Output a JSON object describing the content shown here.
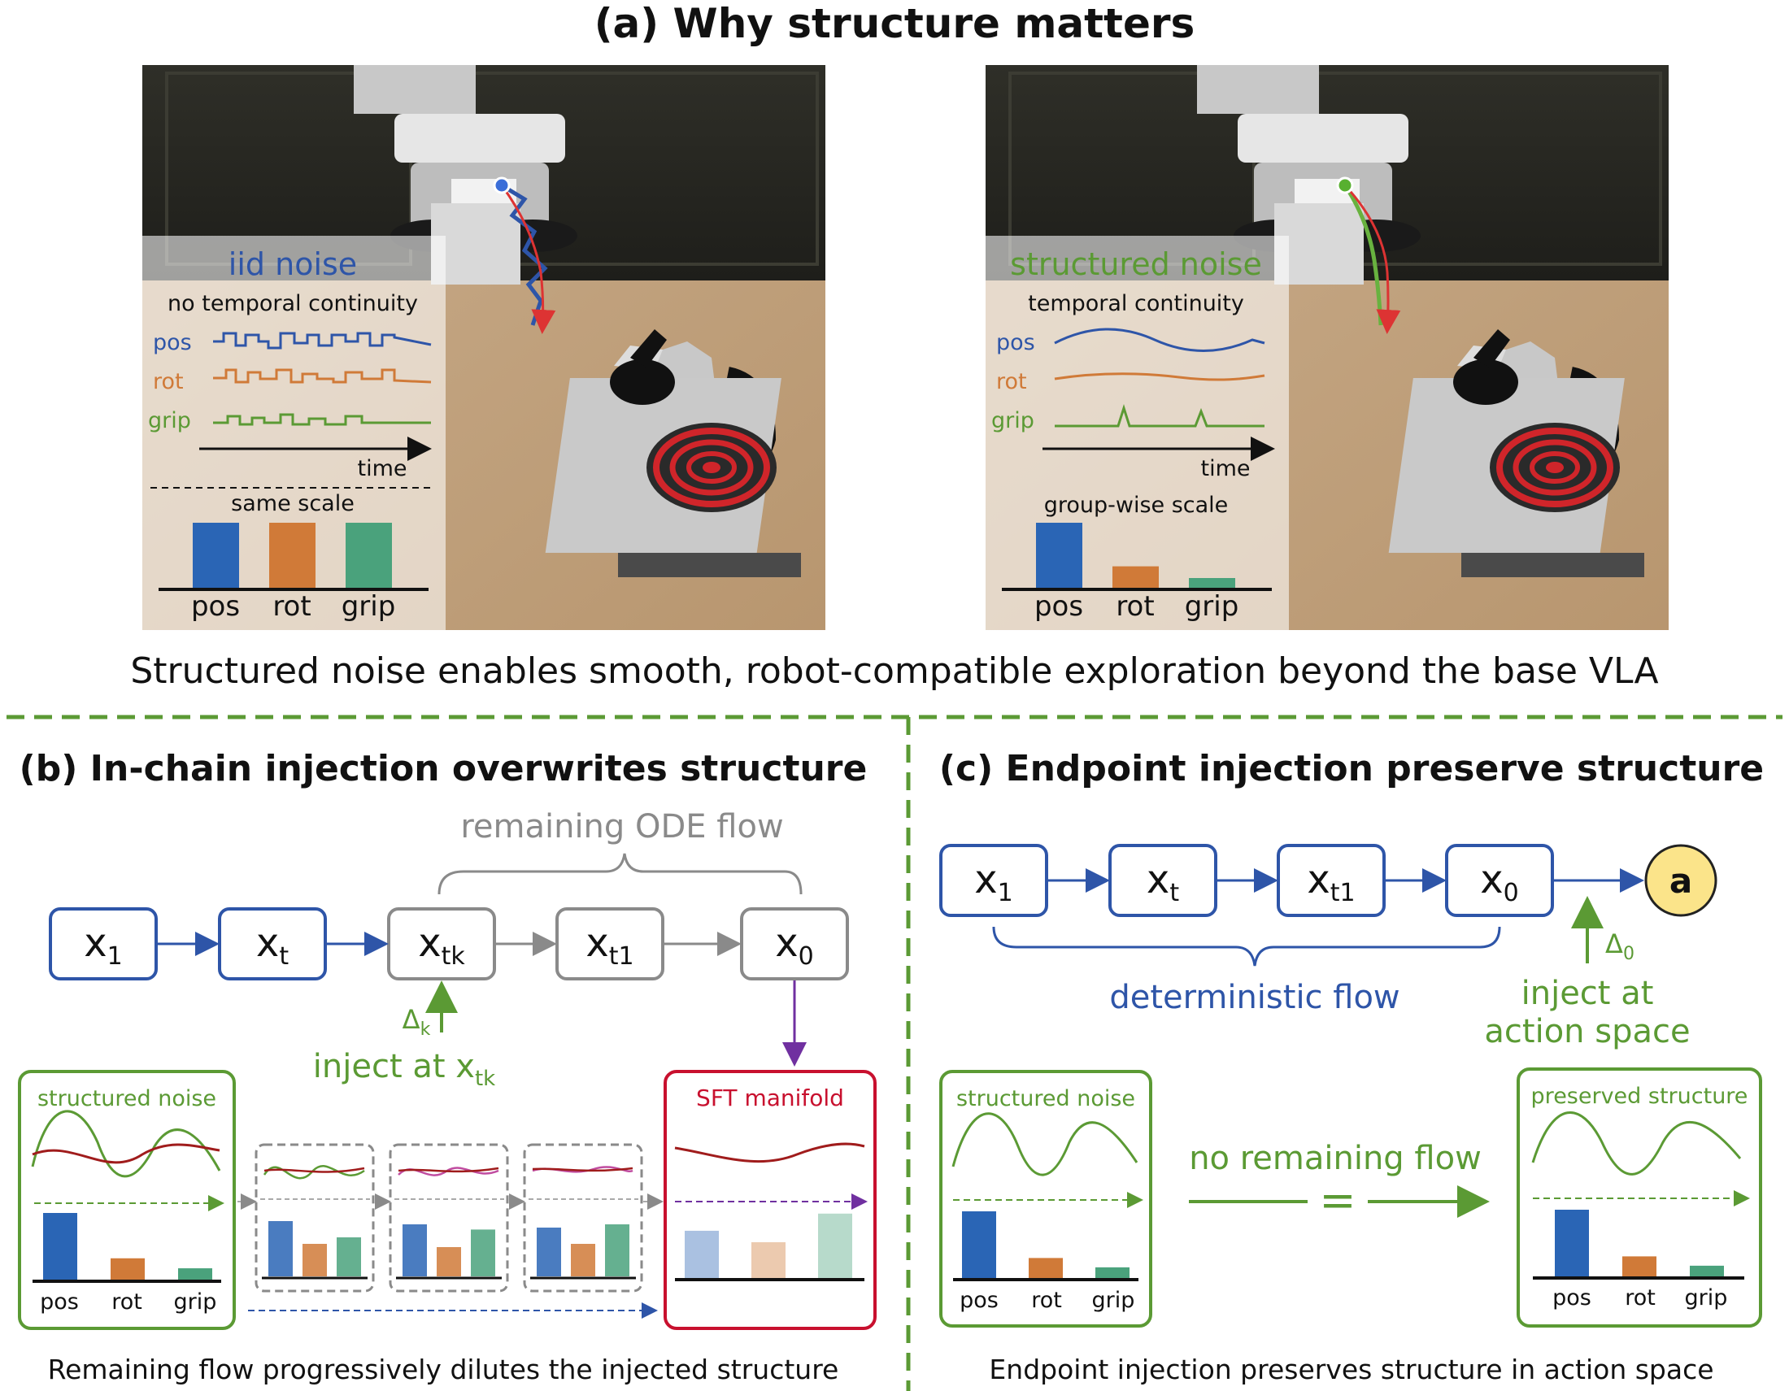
{
  "panel_a": {
    "title": "(a) Why structure matters",
    "caption": "Structured noise enables smooth, robot-compatible exploration beyond the base VLA",
    "left": {
      "heading": "iid noise",
      "subheading": "no temporal continuity",
      "rows": [
        "pos",
        "rot",
        "grip"
      ],
      "time_label": "time",
      "scale_label": "same scale",
      "bars": [
        {
          "label": "pos",
          "value": 1.0
        },
        {
          "label": "rot",
          "value": 1.0
        },
        {
          "label": "grip",
          "value": 1.0
        }
      ]
    },
    "right": {
      "heading": "structured noise",
      "subheading": "temporal continuity",
      "rows": [
        "pos",
        "rot",
        "grip"
      ],
      "time_label": "time",
      "scale_label": "group-wise scale",
      "bars": [
        {
          "label": "pos",
          "value": 1.0
        },
        {
          "label": "rot",
          "value": 0.33
        },
        {
          "label": "grip",
          "value": 0.15
        }
      ]
    }
  },
  "panel_b": {
    "title": "(b) In-chain injection overwrites structure",
    "brace_label": "remaining ODE flow",
    "nodes": [
      {
        "base": "x",
        "sub": "1"
      },
      {
        "base": "x",
        "sub": "t"
      },
      {
        "base": "x",
        "sub": "tk"
      },
      {
        "base": "x",
        "sub": "t1"
      },
      {
        "base": "x",
        "sub": "0"
      }
    ],
    "delta": {
      "base": "Δ",
      "sub": "k"
    },
    "inject": {
      "text": "inject at x",
      "sub": "tk"
    },
    "box_structured": "structured noise",
    "box_manifold": "SFT manifold",
    "bar_labels": [
      "pos",
      "rot",
      "grip"
    ],
    "caption": "Remaining flow progressively dilutes the injected structure"
  },
  "panel_c": {
    "title": "(c) Endpoint injection preserve structure",
    "nodes": [
      {
        "base": "x",
        "sub": "1"
      },
      {
        "base": "x",
        "sub": "t"
      },
      {
        "base": "x",
        "sub": "t1"
      },
      {
        "base": "x",
        "sub": "0"
      }
    ],
    "action": "a",
    "delta": {
      "base": "Δ",
      "sub": "0"
    },
    "inject_lines": [
      "inject at",
      "action space"
    ],
    "brace_label": "deterministic flow",
    "box_left": "structured noise",
    "box_right": "preserved structure",
    "middle_label": "no remaining flow",
    "equals": "=",
    "bar_labels": [
      "pos",
      "rot",
      "grip"
    ],
    "caption": "Endpoint injection preserves structure in action space"
  },
  "colors": {
    "blue": "#2e55a8",
    "green": "#5b9a34",
    "red": "#c8102e",
    "gray": "#8a8a8a",
    "purple": "#7030a0",
    "bar_pos": "#2a65b5",
    "bar_rot": "#d07a38",
    "bar_grip": "#4aa27c",
    "action_fill": "#fbe48a"
  }
}
